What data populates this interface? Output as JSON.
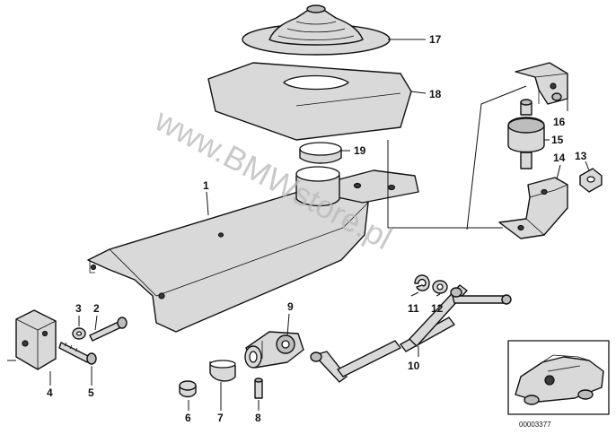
{
  "watermark": "www.BMWstore.pl",
  "ref_number": "00003377",
  "part_labels": [
    "1",
    "2",
    "3",
    "4",
    "5",
    "6",
    "7",
    "8",
    "9",
    "10",
    "11",
    "12",
    "13",
    "14",
    "15",
    "16",
    "17",
    "18",
    "19"
  ],
  "colors": {
    "line": "#111111",
    "fill": "#d9d9d9",
    "watermark": "#b8b8b8"
  }
}
